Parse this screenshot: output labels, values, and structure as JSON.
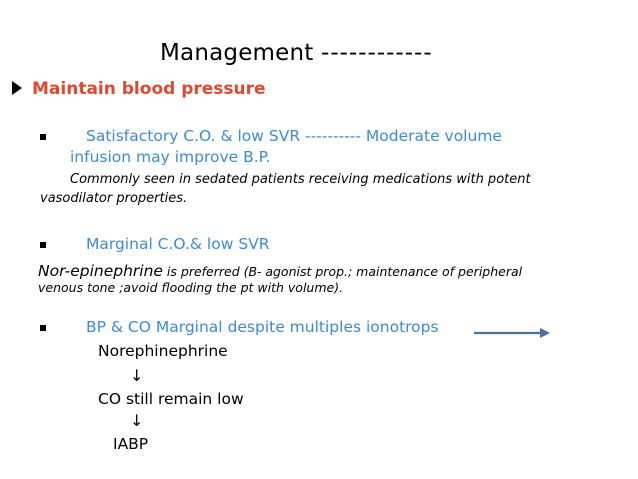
{
  "slide": {
    "title": "Management",
    "title_dashes": "------------",
    "heading": "Maintain  blood pressure",
    "item1": {
      "line_a": "Satisfactory C.O. & low SVR ---------- Moderate volume",
      "line_b": "infusion may improve B.P.",
      "note_a": "Commonly seen in sedated patients receiving medications with potent",
      "note_b": "vasodilator properties."
    },
    "item2": {
      "line_a": "Marginal C.O.& low SVR",
      "drug": "Nor-epinephrine",
      "note_a": " is preferred (B- agonist prop.;  maintenance of peripheral",
      "note_b": "venous tone ;avoid flooding the pt with volume)."
    },
    "item3": {
      "line_a": "BP & CO Marginal despite multiples ionotrops",
      "step1": "Norephinephrine",
      "down1": "↓",
      "step2": "CO still remain low",
      "down2": "↓",
      "step3": "IABP"
    }
  },
  "colors": {
    "heading": "#e2492c",
    "bullet_text": "#3a8ed0",
    "arrow": "#4a6fa8"
  }
}
